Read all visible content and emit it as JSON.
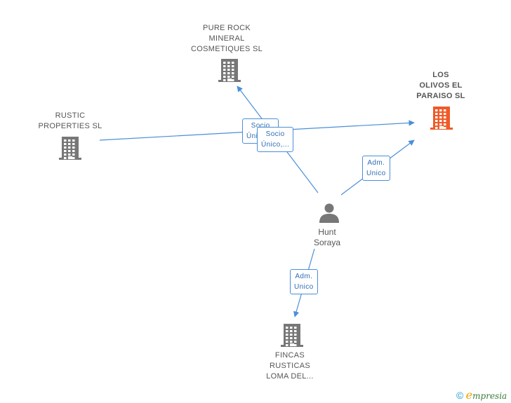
{
  "nodes": {
    "pure_rock": {
      "label": "PURE ROCK\nMINERAL\nCOSMETIQUES SL",
      "color": "#777777"
    },
    "los_olivos": {
      "label": "LOS\nOLIVOS EL\nPARAISO SL",
      "color": "#f05a28"
    },
    "rustic": {
      "label": "RUSTIC\nPROPERTIES  SL",
      "color": "#777777"
    },
    "fincas": {
      "label": "FINCAS\nRUSTICAS\nLOMA DEL...",
      "color": "#777777"
    }
  },
  "person": {
    "name": "Hunt\nSoraya",
    "color": "#777777"
  },
  "edges": {
    "socio_1": "Socio\nÚnico,...",
    "socio_2": "Socio\nÚnico,...",
    "adm_1": "Adm.\nUnico",
    "adm_2": "Adm.\nUnico"
  },
  "edge_color": "#4a8fd8",
  "footer": {
    "copyright": "©",
    "brand_e": "e",
    "brand_rest": "mpresia"
  }
}
